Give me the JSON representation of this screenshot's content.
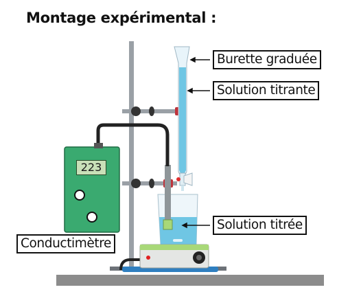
{
  "title": "Montage expérimental :",
  "labels": {
    "burette": "Burette graduée",
    "titrant": "Solution titrante",
    "titrated": "Solution titrée",
    "conductimeter": "Conductimètre"
  },
  "conductimeter_display": "223",
  "colors": {
    "liquid": "#6fc6e4",
    "conductimeter_body": "#3aaa70",
    "stirrer_base": "#2f7fc0",
    "clamp_red": "#c0343c",
    "bench": "#8c8c8c",
    "rod": "#9aa0a6"
  }
}
